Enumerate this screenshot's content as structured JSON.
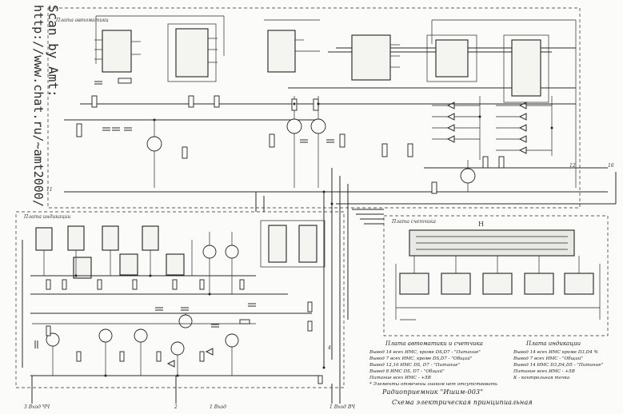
{
  "credit": {
    "scan_by": "Scan by Amt:",
    "url": "http://www.chat.ru/~amt2000/"
  },
  "boards": {
    "automatics": "Плата автоматики",
    "indication": "Плата индикации",
    "counter": "Плата счетчика"
  },
  "indicator": "H",
  "pins": {
    "left_11": "11",
    "right_12": "12",
    "right_16": "16",
    "input_4": "4",
    "bottom_3": "3 Вход ЧЧ",
    "bottom_2": "2",
    "bottom_1": "1 Вход",
    "bottom_gnd": "1 Вход ВЧ"
  },
  "notes": {
    "left_header": "Плата автоматики и счетчика",
    "right_header": "Плата индикации",
    "left_rows": [
      "Вывод 14 всех ИМС, кроме DS,D7 - \"Питание\"",
      "Вывод 7 всех ИМС, кроме DS,D7 - \"Общий\"",
      "Вывод 12,16 ИМС DS, D7 - \"Питание\"",
      "Вывод 8 ИМС DS, D7 - \"Общий\"",
      "Питание всех ИМС - +5В",
      "* Элементы отмечены знаком нет отсутствовать"
    ],
    "right_rows": [
      "Вывод 14 всех ИМС кроме D3,D4 %",
      "Вывод 7 всех ИМС - \"Общий\"",
      "Вывод 14 ИМС D3,D4,D5 - \"Питание\"",
      "Питание всех ИМС - +5В",
      "К - контрольная точка"
    ],
    "product": "Радиоприемник \"Ишим-003\"",
    "caption": "Схема электрическая принципиальная"
  },
  "icons": [
    "resistor-icon",
    "capacitor-icon",
    "transistor-icon",
    "diode-icon",
    "ic-chip-icon",
    "led-icon"
  ]
}
